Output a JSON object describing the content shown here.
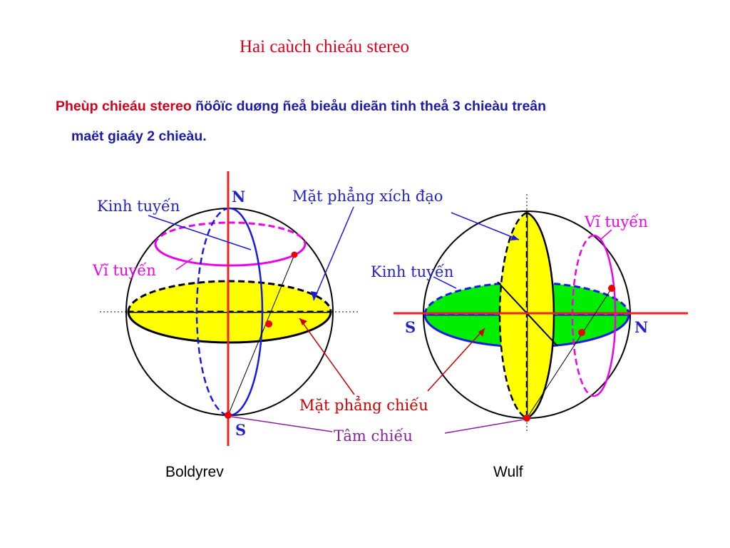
{
  "title": "Hai caùch chieáu stereo",
  "intro": {
    "highlight": "Pheùp chieáu stereo",
    "rest": " ñöôïc duøng ñeå bieåu dieãn tinh theå 3 chieàu treân",
    "line2": "maët giaáy 2 chieàu."
  },
  "labels": {
    "kinh_tuyen": "Kinh tuyến",
    "vi_tuyen": "Vĩ tuyến",
    "mat_phang_xich_dao": "Mặt phẳng xích đạo",
    "mat_phang_chieu": "Mặt phẳng chiếu",
    "tam_chieu": "Tâm chiếu",
    "n": "N",
    "s": "S"
  },
  "captions": {
    "left": "Boldyrev",
    "right": "Wulf"
  },
  "colors": {
    "title": "#e0001a",
    "intro_highlight": "#d4001c",
    "intro_text": "#1c1ca8",
    "yellow_plane": "#ffff00",
    "green_plane": "#00ee00",
    "blue_label": "#2222cc",
    "magenta": "#ee00ee",
    "red_axis": "#ee2222",
    "purple_label": "#882299",
    "red_label": "#cc0000"
  }
}
